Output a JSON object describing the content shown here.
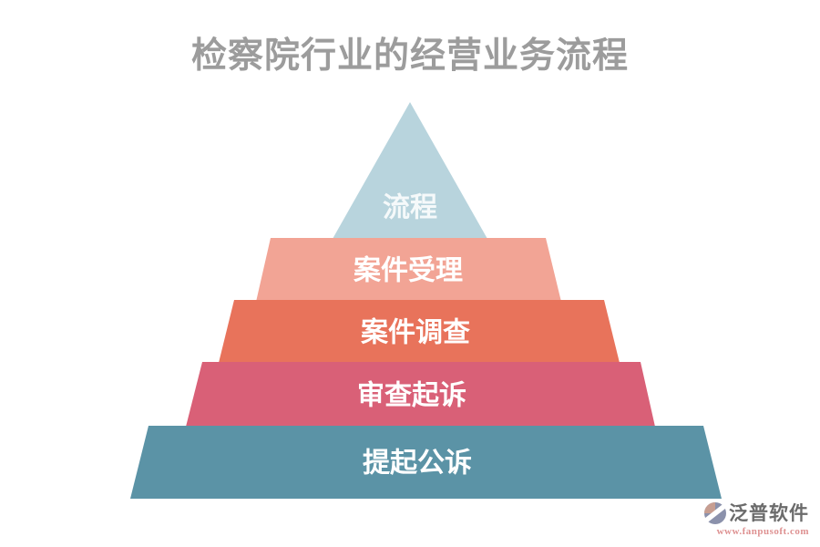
{
  "title": "检察院行业的经营业务流程",
  "title_color": "#9c9c9c",
  "pyramid": {
    "levels": [
      {
        "label": "流程",
        "color": "#b8d4dd",
        "shape": "triangle"
      },
      {
        "label": "案件受理",
        "color": "#f2a495",
        "shape": "trapezoid"
      },
      {
        "label": "案件调查",
        "color": "#e8735b",
        "shape": "trapezoid"
      },
      {
        "label": "审查起诉",
        "color": "#d96077",
        "shape": "trapezoid"
      },
      {
        "label": "提起公诉",
        "color": "#5b93a6",
        "shape": "trapezoid"
      }
    ]
  },
  "watermark": {
    "brand": "泛普软件",
    "url": "www.fanpusoft.com",
    "brand_color": "#6b6b6b",
    "url_color": "#de9191",
    "icon_body_color": "#8b91ab",
    "icon_wedge_color": "#c79e91"
  }
}
